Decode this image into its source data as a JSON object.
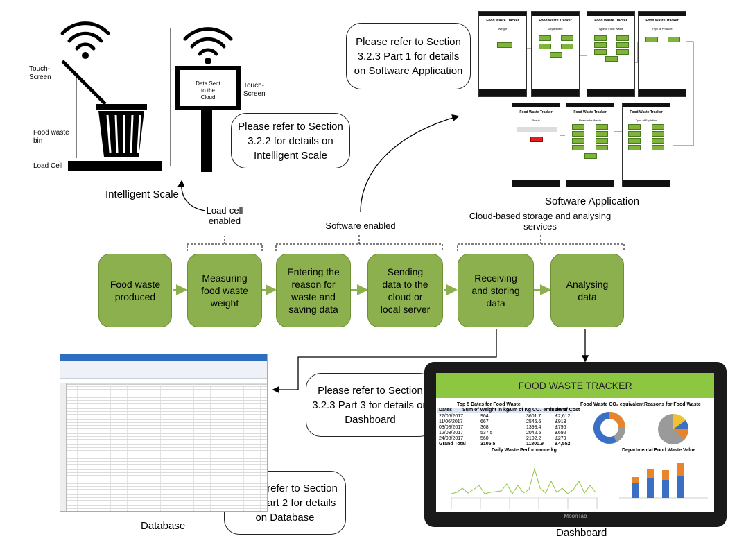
{
  "intelligent_scale": {
    "caption": "Intelligent Scale",
    "touch_screen_label": "Touch-\nScreen",
    "bin_label": "Food waste\nbin",
    "load_cell_label": "Load Cell",
    "device_screen_text": "Data Sent\nto the\nCloud",
    "device_touch_label": "Touch-\nScreen"
  },
  "callouts": {
    "scale": "Please refer to Section 3.2.2 for details on Intelligent Scale",
    "software": "Please refer to Section 3.2.3 Part 1 for details on Software Application",
    "dashboard": "Please refer to Section 3.2.3 Part 3 for details on Dashboard",
    "database": "Please refer to Section 3.2.3 Part 2 for details on Database"
  },
  "groups": {
    "load_cell": "Load-cell\nenabled",
    "software": "Software enabled",
    "cloud": "Cloud-based storage and analysing\nservices"
  },
  "steps": [
    "Food waste\nproduced",
    "Measuring\nfood waste\nweight",
    "Entering the\nreason for\nwaste and\nsaving data",
    "Sending\ndata to the\ncloud or\nlocal server",
    "Receiving\nand storing\ndata",
    "Analysing\ndata"
  ],
  "software_app": {
    "caption": "Software Application",
    "screens": [
      {
        "title": "Food Waste Tracker",
        "subtitle": "Weight"
      },
      {
        "title": "Food Waste Tracker",
        "subtitle": "Department"
      },
      {
        "title": "Food Waste Tracker",
        "subtitle": "Type of Food Waste"
      },
      {
        "title": "Food Waste Tracker",
        "subtitle": "Type of Produce"
      },
      {
        "title": "Food Waste Tracker",
        "subtitle": "Result"
      },
      {
        "title": "Food Waste Tracker",
        "subtitle": "Reason for Waste"
      },
      {
        "title": "Food Waste Tracker",
        "subtitle": "Type of Explation"
      }
    ]
  },
  "database": {
    "caption": "Database"
  },
  "dashboard": {
    "caption": "Dashboard",
    "header": "FOOD WASTE TRACKER",
    "device_brand": "MoonTab",
    "table_title": "Top 5 Dates for Food Waste",
    "table_headers": [
      "Dates",
      "Sum of Weight in kg",
      "Sum of Kg CO₂ emissions",
      "Sum of Cost"
    ],
    "table_rows": [
      [
        "27/06/2017",
        "964",
        "3601.7",
        "£2,612"
      ],
      [
        "11/06/2017",
        "667",
        "2546.6",
        "£913"
      ],
      [
        "03/08/2017",
        "368",
        "1398.4",
        "£796"
      ],
      [
        "12/08/2017",
        "537.5",
        "2042.5",
        "£692"
      ],
      [
        "24/08/2017",
        "560",
        "2102.2",
        "£279"
      ]
    ],
    "table_total": [
      "Grand Total",
      "3105.5",
      "11800.9",
      "£4,552"
    ],
    "co2_title": "Food Waste CO₂ equivalent",
    "reasons_title": "Reasons for Food Waste",
    "line_title": "Daily Waste Performance kg",
    "bar_title": "Departmental Food Waste Value"
  }
}
